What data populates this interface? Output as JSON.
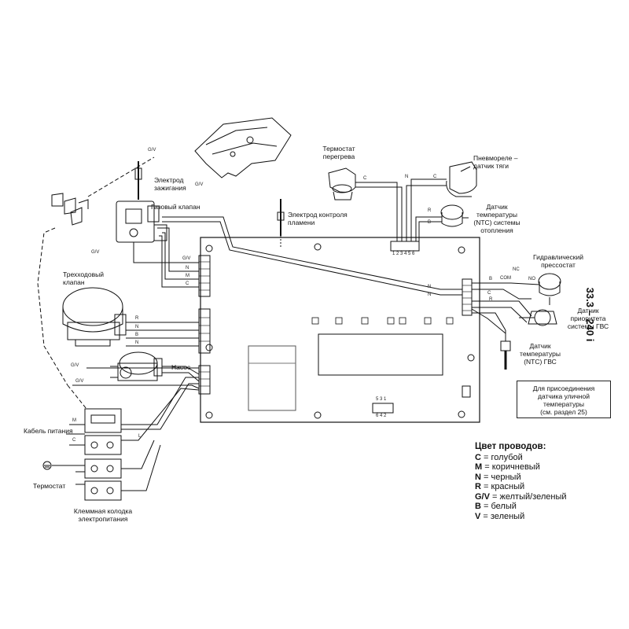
{
  "model_code": "33.3 – 240 i",
  "components": {
    "overheat_thermostat": "Термостат\nперегрева",
    "air_pressure_switch": "Пневмореле –\nдатчик тяги",
    "ignition_electrode": "Электрод\nзажигания",
    "gas_valve": "Газовый клапан",
    "flame_electrode": "Электрод контроля\nпламени",
    "heating_ntc": "Датчик\nтемпературы\n(NTC) системы\nотопления",
    "hydraulic_pressostat": "Гидравлический\nпрессостат",
    "three_way_valve": "Трехходовый\nклапан",
    "dhw_priority_sensor": "Датчик\nприоритета\nсистемы ГВС",
    "dhw_ntc": "Датчик\nтемпературы\n(NTC) ГВС",
    "pump": "Насос",
    "power_cable": "Кабель питания",
    "thermostat": "Термостат",
    "terminal_block": "Клеммная колодка\nэлектропитания"
  },
  "outdoor_sensor_note": "Для присоединения\nдатчика уличной\nтемпературы\n(см. раздел 25)",
  "connector_numbers": "1 2 3 4 5 6",
  "connector_pins_top": "5  3  1",
  "connector_pins_bottom": "6  4  2",
  "com_label": "COM",
  "nc_label": "NC",
  "no_label": "NO",
  "wire_legend": {
    "title": "Цвет проводов:",
    "items": [
      {
        "code": "C",
        "name": "голубой"
      },
      {
        "code": "M",
        "name": "коричневый"
      },
      {
        "code": "N",
        "name": "черный"
      },
      {
        "code": "R",
        "name": "красный"
      },
      {
        "code": "G/V",
        "name": "желтый/зеленый"
      },
      {
        "code": "B",
        "name": "белый"
      },
      {
        "code": "V",
        "name": "зеленый"
      }
    ]
  },
  "wire_tags": {
    "gv": "G/V",
    "c": "C",
    "n": "N",
    "m": "M",
    "r": "R",
    "b": "B",
    "l": "L"
  }
}
